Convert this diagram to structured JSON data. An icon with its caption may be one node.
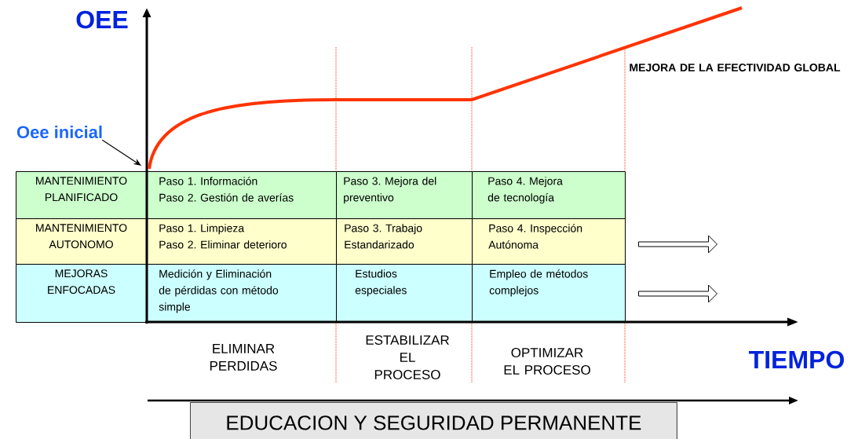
{
  "diagram": {
    "nodes": [
      {
        "text": [
          "Oee inicial"
        ]
      },
      {
        "text": [
          "MANTENIMIENTO PLANIFICADO"
        ]
      },
      {
        "text": [
          "Paso 1. Información",
          "Paso 2. Gestión de averías"
        ]
      },
      {
        "text": [
          "Paso 3. Mejora del preventivo"
        ]
      },
      {
        "text": [
          "Paso 4. Mejora de tecnología"
        ]
      },
      {
        "text": [
          "MANTENIMIENTO AUTONOMO"
        ]
      },
      {
        "text": [
          "Paso 1. Limpieza",
          "Paso 2. Eliminar deterioro"
        ]
      },
      {
        "text": [
          "Paso 3. Trabajo Estandarizado"
        ]
      },
      {
        "text": [
          "Paso 4. Inspección Autónoma"
        ]
      },
      {
        "text": [
          "MEJORAS ENFOCADAS"
        ]
      },
      {
        "text": [
          "Medición y Eliminación de pérdidas con método simple"
        ]
      },
      {
        "text": [
          "Estudios especiales"
        ]
      },
      {
        "text": [
          "Empleo de métodos complejos"
        ]
      },
      {
        "text": [
          "EDUCACION Y SEGURIDAD PERMANENTE"
        ]
      }
    ],
    "edges": [
      {
        "from": 0,
        "to": 1,
        "arrow": "to"
      }
    ],
    "labels": [
      "OEE",
      "MEJORA DE LA EFECTIVIDAD GLOBAL",
      "ELIMINAR PERDIDAS",
      "ESTABILIZAR EL PROCESO",
      "OPTIMIZAR EL PROCESO",
      "TIEMPO"
    ]
  }
}
